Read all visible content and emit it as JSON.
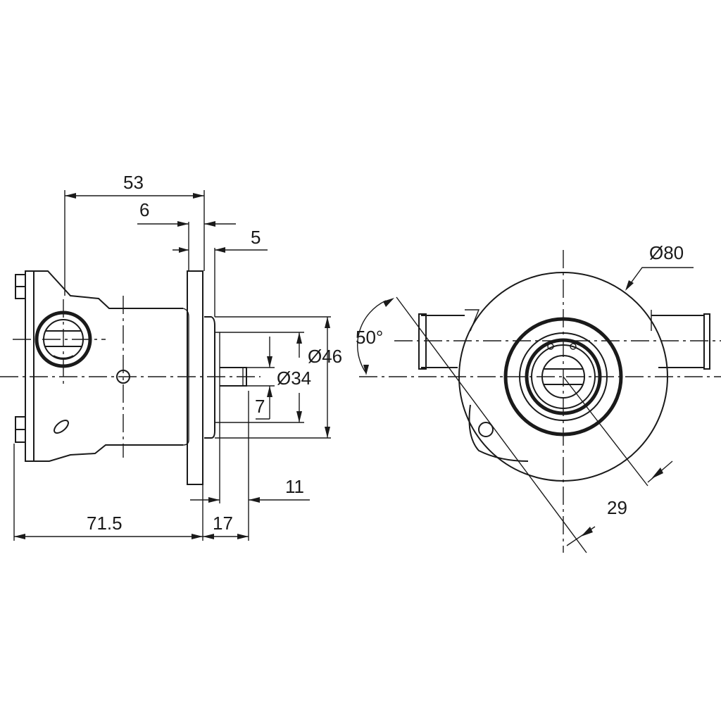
{
  "drawing": {
    "side_view": {
      "dimensions": {
        "overall_body_to_flange": "53",
        "flange_thickness": "6",
        "flange_to_boss": "5",
        "boss_diameter": "Ø46",
        "pilot_diameter": "Ø34",
        "shaft_flat": "7",
        "shaft_length": "11",
        "flange_to_shaft_end": "17",
        "body_length": "71.5"
      }
    },
    "front_view": {
      "dimensions": {
        "body_diameter": "Ø80",
        "port_angle": "50°",
        "hole_offset": "29"
      }
    }
  }
}
